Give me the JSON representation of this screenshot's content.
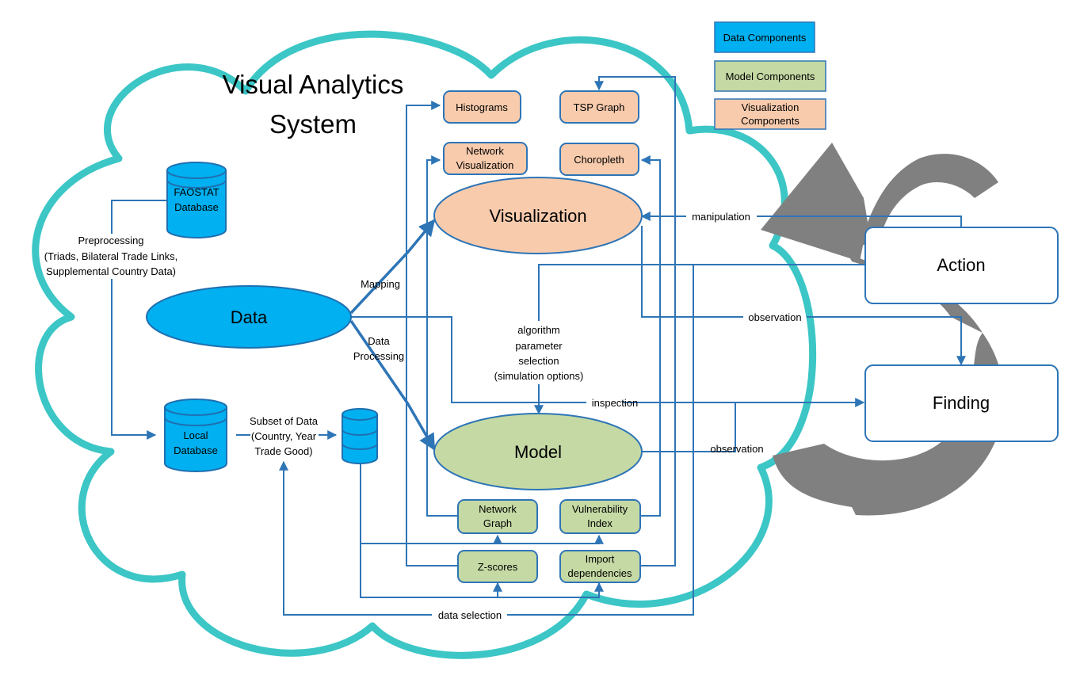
{
  "title": {
    "line1": "Visual Analytics",
    "line2": "System"
  },
  "legend": {
    "data": "Data Components",
    "model": "Model Components",
    "vis_line1": "Visualization",
    "vis_line2": "Components"
  },
  "databases": {
    "faostat_line1": "FAOSTAT",
    "faostat_line2": "Database",
    "local_line1": "Local",
    "local_line2": "Database"
  },
  "preprocessing": {
    "line1": "Preprocessing",
    "line2": "(Triads, Bilateral Trade Links,",
    "line3": "Supplemental Country Data)"
  },
  "subset": {
    "line1": "Subset of Data",
    "line2": "(Country, Year",
    "line3": "Trade Good)"
  },
  "nodes": {
    "data": "Data",
    "visualization": "Visualization",
    "model": "Model",
    "action": "Action",
    "finding": "Finding"
  },
  "vis_components": {
    "histograms": "Histograms",
    "tsp_graph": "TSP Graph",
    "network_vis_line1": "Network",
    "network_vis_line2": "Visualization",
    "choropleth": "Choropleth"
  },
  "model_components": {
    "network_graph_line1": "Network",
    "network_graph_line2": "Graph",
    "vulnerability_line1": "Vulnerability",
    "vulnerability_line2": "Index",
    "zscores": "Z-scores",
    "import_line1": "Import",
    "import_line2": "dependencies"
  },
  "edge_labels": {
    "mapping": "Mapping",
    "data_processing_line1": "Data",
    "data_processing_line2": "Processing",
    "manipulation": "manipulation",
    "observation_top": "observation",
    "observation_bottom": "observation",
    "inspection": "inspection",
    "algorithm_line1": "algorithm",
    "algorithm_line2": "parameter",
    "algorithm_line3": "selection",
    "algorithm_line4": "(simulation options)",
    "data_selection": "data selection"
  },
  "colors": {
    "cloud": "#3cc6c6",
    "data": "#00b0f0",
    "model": "#c5d9a4",
    "visualization": "#f8cbad",
    "arrow": "#2e75b6",
    "cycle": "#808080"
  }
}
